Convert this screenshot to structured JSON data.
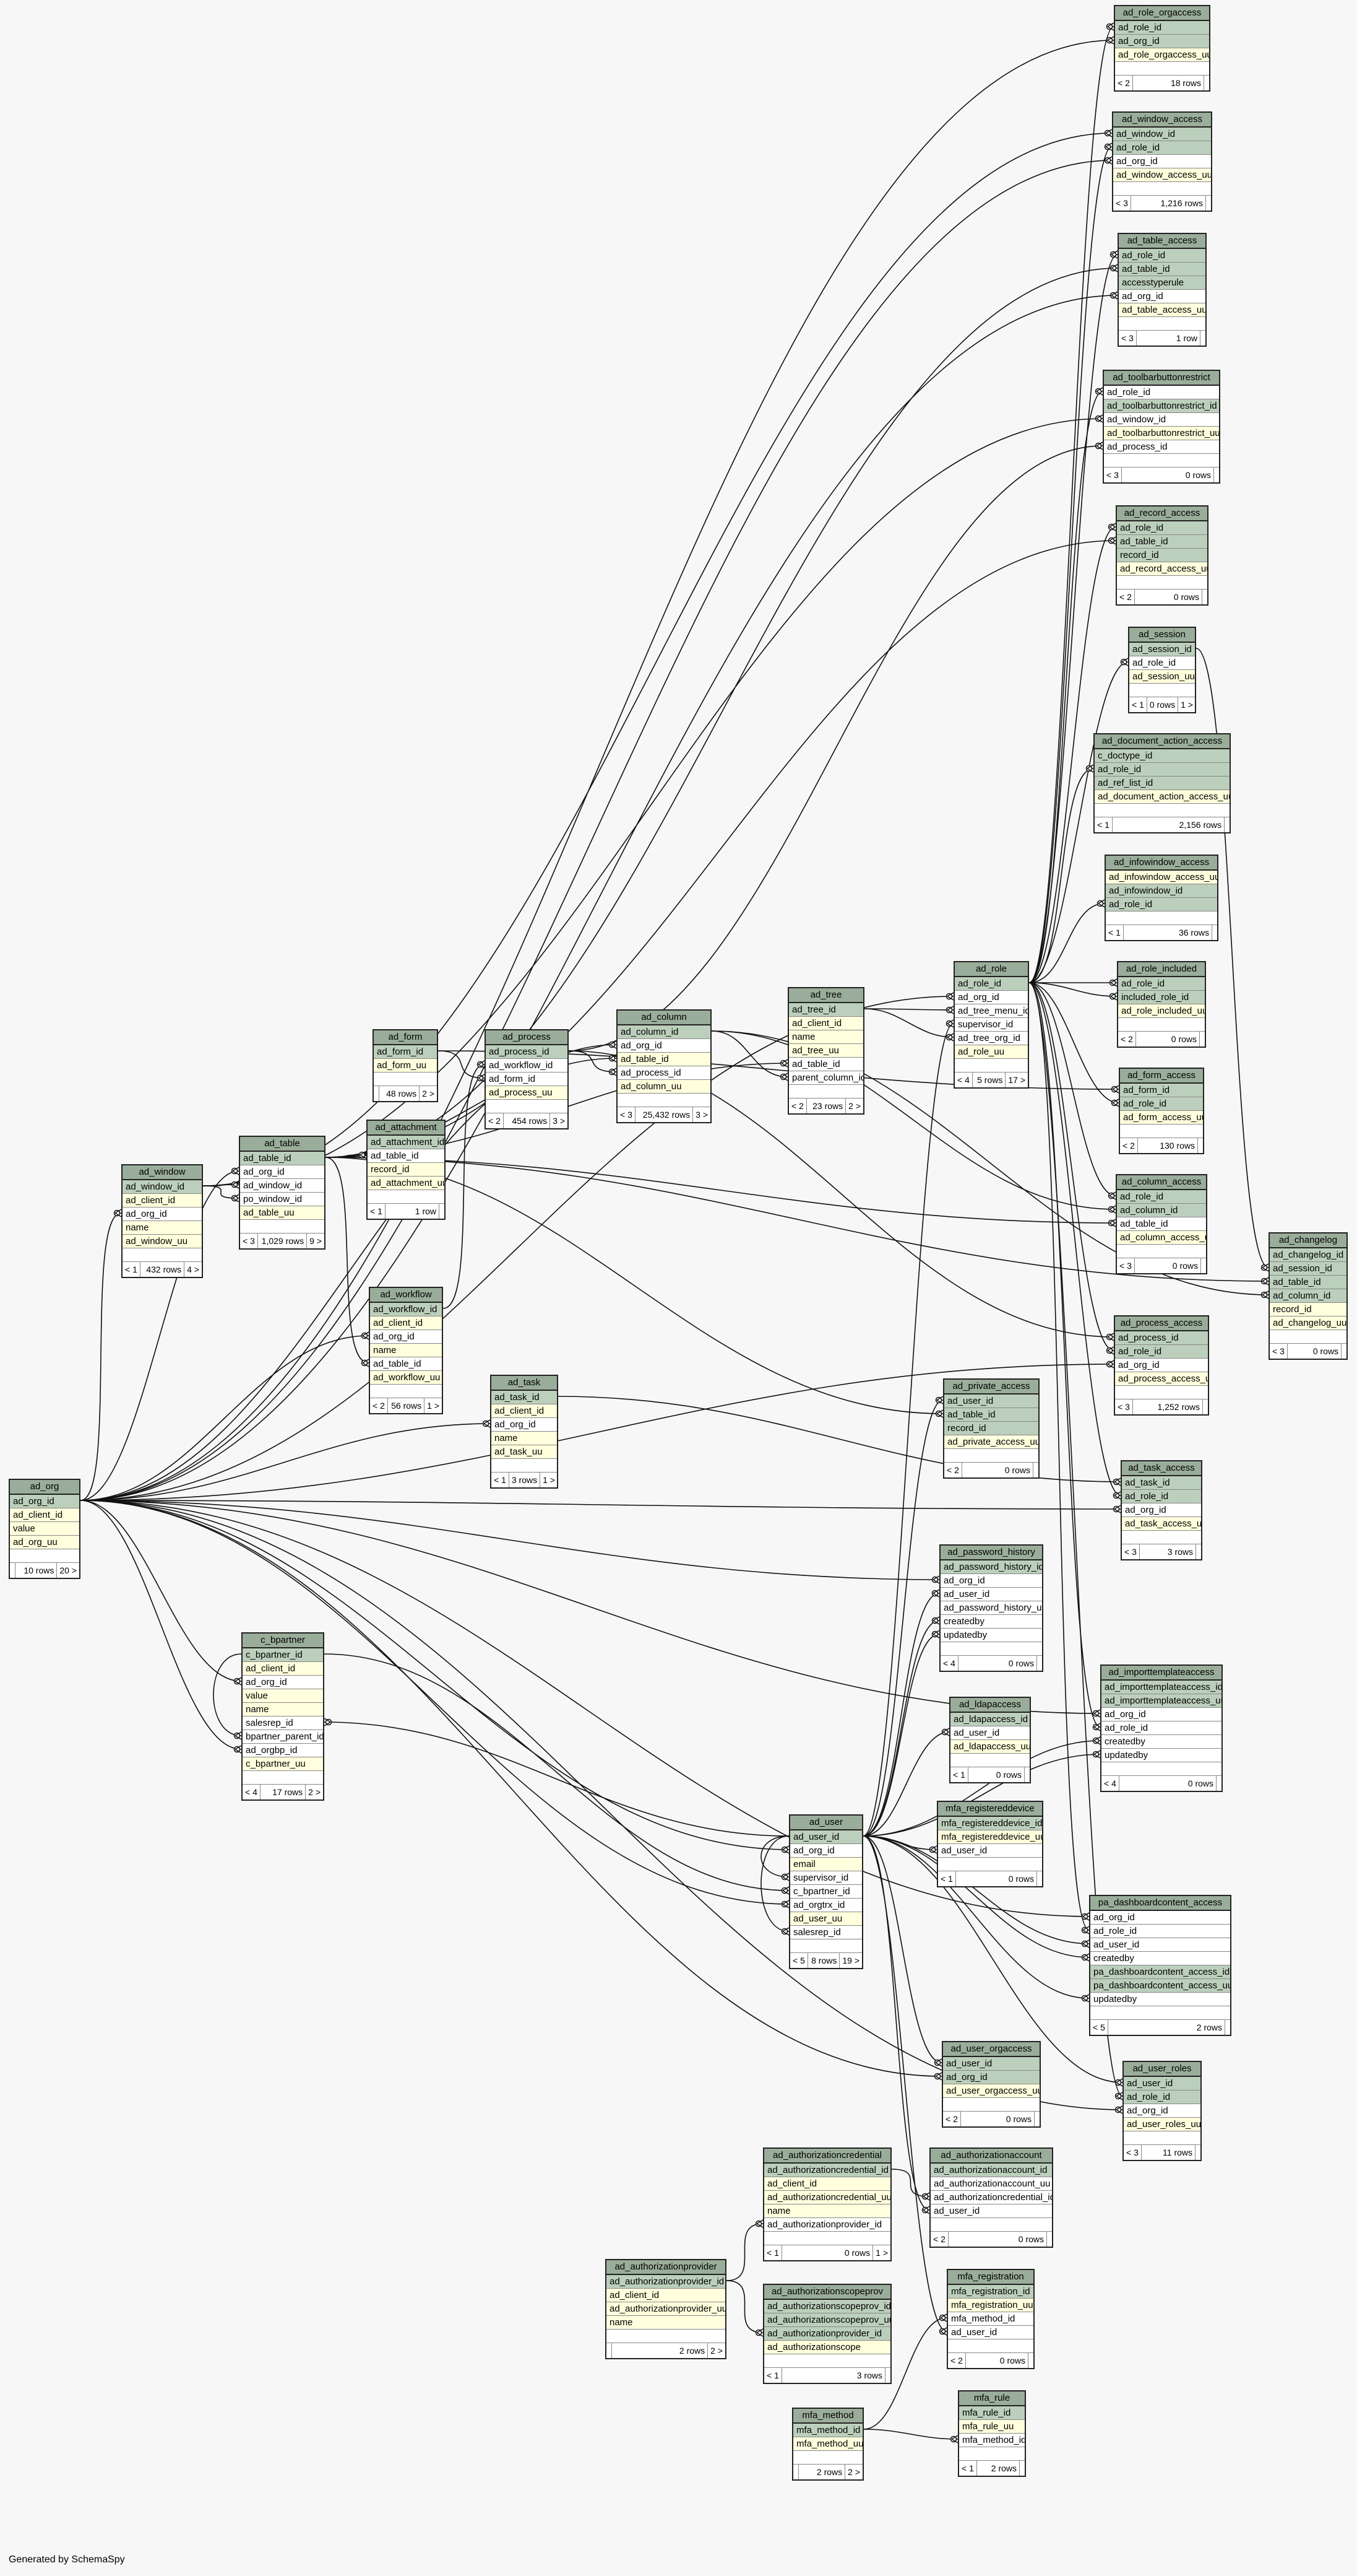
{
  "generated_by": "Generated by SchemaSpy",
  "tables": [
    {
      "name": "ad_role_orgaccess",
      "cols": [
        [
          "ad_role_id",
          "pk"
        ],
        [
          "ad_org_id",
          "pk"
        ],
        [
          "ad_role_orgaccess_uu",
          "ix"
        ]
      ],
      "parents": "< 2",
      "rows": "18 rows",
      "children": ""
    },
    {
      "name": "ad_window_access",
      "cols": [
        [
          "ad_window_id",
          "pk"
        ],
        [
          "ad_role_id",
          "pk"
        ],
        [
          "ad_org_id",
          "fk"
        ],
        [
          "ad_window_access_uu",
          "ix"
        ]
      ],
      "parents": "< 3",
      "rows": "1,216 rows",
      "children": ""
    },
    {
      "name": "ad_table_access",
      "cols": [
        [
          "ad_role_id",
          "pk"
        ],
        [
          "ad_table_id",
          "pk"
        ],
        [
          "accesstyperule",
          "pk"
        ],
        [
          "ad_org_id",
          "fk"
        ],
        [
          "ad_table_access_uu",
          "ix"
        ]
      ],
      "parents": "< 3",
      "rows": "1 row",
      "children": ""
    },
    {
      "name": "ad_toolbarbuttonrestrict",
      "cols": [
        [
          "ad_role_id",
          "fk"
        ],
        [
          "ad_toolbarbuttonrestrict_id",
          "pk"
        ],
        [
          "ad_window_id",
          "fk"
        ],
        [
          "ad_toolbarbuttonrestrict_uu",
          "ix"
        ],
        [
          "ad_process_id",
          "fk"
        ]
      ],
      "parents": "< 3",
      "rows": "0 rows",
      "children": ""
    },
    {
      "name": "ad_record_access",
      "cols": [
        [
          "ad_role_id",
          "pk"
        ],
        [
          "ad_table_id",
          "pk"
        ],
        [
          "record_id",
          "pk"
        ],
        [
          "ad_record_access_uu",
          "ix"
        ]
      ],
      "parents": "< 2",
      "rows": "0 rows",
      "children": ""
    },
    {
      "name": "ad_session",
      "cols": [
        [
          "ad_session_id",
          "pk"
        ],
        [
          "ad_role_id",
          "fk"
        ],
        [
          "ad_session_uu",
          "ix"
        ]
      ],
      "parents": "< 1",
      "rows": "0 rows",
      "children": "1 >"
    },
    {
      "name": "ad_document_action_access",
      "cols": [
        [
          "c_doctype_id",
          "pk"
        ],
        [
          "ad_role_id",
          "pk"
        ],
        [
          "ad_ref_list_id",
          "pk"
        ],
        [
          "ad_document_action_access_uu",
          "ix"
        ]
      ],
      "parents": "< 1",
      "rows": "2,156 rows",
      "children": ""
    },
    {
      "name": "ad_infowindow_access",
      "cols": [
        [
          "ad_infowindow_access_uu",
          "ix"
        ],
        [
          "ad_infowindow_id",
          "pk"
        ],
        [
          "ad_role_id",
          "pk"
        ]
      ],
      "parents": "< 1",
      "rows": "36 rows",
      "children": ""
    },
    {
      "name": "ad_role_included",
      "cols": [
        [
          "ad_role_id",
          "pk"
        ],
        [
          "included_role_id",
          "pk"
        ],
        [
          "ad_role_included_uu",
          "ix"
        ]
      ],
      "parents": "< 2",
      "rows": "0 rows",
      "children": ""
    },
    {
      "name": "ad_form_access",
      "cols": [
        [
          "ad_form_id",
          "pk"
        ],
        [
          "ad_role_id",
          "pk"
        ],
        [
          "ad_form_access_uu",
          "ix"
        ]
      ],
      "parents": "< 2",
      "rows": "130 rows",
      "children": ""
    },
    {
      "name": "ad_column_access",
      "cols": [
        [
          "ad_role_id",
          "pk"
        ],
        [
          "ad_column_id",
          "pk"
        ],
        [
          "ad_table_id",
          "fk"
        ],
        [
          "ad_column_access_uu",
          "ix"
        ]
      ],
      "parents": "< 3",
      "rows": "0 rows",
      "children": ""
    },
    {
      "name": "ad_changelog",
      "cols": [
        [
          "ad_changelog_id",
          "pk"
        ],
        [
          "ad_session_id",
          "pk"
        ],
        [
          "ad_table_id",
          "pk"
        ],
        [
          "ad_column_id",
          "pk"
        ],
        [
          "record_id",
          "ix"
        ],
        [
          "ad_changelog_uu",
          "ix"
        ]
      ],
      "parents": "< 3",
      "rows": "0 rows",
      "children": ""
    },
    {
      "name": "ad_process_access",
      "cols": [
        [
          "ad_process_id",
          "pk"
        ],
        [
          "ad_role_id",
          "pk"
        ],
        [
          "ad_org_id",
          "fk"
        ],
        [
          "ad_process_access_uu",
          "ix"
        ]
      ],
      "parents": "< 3",
      "rows": "1,252 rows",
      "children": ""
    },
    {
      "name": "ad_task_access",
      "cols": [
        [
          "ad_task_id",
          "pk"
        ],
        [
          "ad_role_id",
          "pk"
        ],
        [
          "ad_org_id",
          "fk"
        ],
        [
          "ad_task_access_uu",
          "ix"
        ]
      ],
      "parents": "< 3",
      "rows": "3 rows",
      "children": ""
    },
    {
      "name": "ad_role",
      "cols": [
        [
          "ad_role_id",
          "pk"
        ],
        [
          "ad_org_id",
          "fk"
        ],
        [
          "ad_tree_menu_id",
          "fk"
        ],
        [
          "supervisor_id",
          "fk"
        ],
        [
          "ad_tree_org_id",
          "fk"
        ],
        [
          "ad_role_uu",
          "ix"
        ]
      ],
      "parents": "< 4",
      "rows": "5 rows",
      "children": "17 >"
    },
    {
      "name": "ad_tree",
      "cols": [
        [
          "ad_tree_id",
          "pk"
        ],
        [
          "ad_client_id",
          "ix"
        ],
        [
          "name",
          "ix"
        ],
        [
          "ad_tree_uu",
          "ix"
        ],
        [
          "ad_table_id",
          "fk"
        ],
        [
          "parent_column_id",
          "fk"
        ]
      ],
      "parents": "< 2",
      "rows": "23 rows",
      "children": "2 >"
    },
    {
      "name": "ad_column",
      "cols": [
        [
          "ad_column_id",
          "pk"
        ],
        [
          "ad_org_id",
          "fk"
        ],
        [
          "ad_table_id",
          "ix"
        ],
        [
          "ad_process_id",
          "fk"
        ],
        [
          "ad_column_uu",
          "ix"
        ]
      ],
      "parents": "< 3",
      "rows": "25,432 rows",
      "children": "3 >"
    },
    {
      "name": "ad_process",
      "cols": [
        [
          "ad_process_id",
          "pk"
        ],
        [
          "ad_workflow_id",
          "fk"
        ],
        [
          "ad_form_id",
          "fk"
        ],
        [
          "ad_process_uu",
          "ix"
        ]
      ],
      "parents": "< 2",
      "rows": "454 rows",
      "children": "3 >"
    },
    {
      "name": "ad_form",
      "cols": [
        [
          "ad_form_id",
          "pk"
        ],
        [
          "ad_form_uu",
          "ix"
        ]
      ],
      "parents": "",
      "rows": "48 rows",
      "children": "2 >"
    },
    {
      "name": "ad_attachment",
      "cols": [
        [
          "ad_attachment_id",
          "pk"
        ],
        [
          "ad_table_id",
          "fk"
        ],
        [
          "record_id",
          "ix"
        ],
        [
          "ad_attachment_uu",
          "ix"
        ]
      ],
      "parents": "< 1",
      "rows": "1 row",
      "children": ""
    },
    {
      "name": "ad_table",
      "cols": [
        [
          "ad_table_id",
          "pk"
        ],
        [
          "ad_org_id",
          "fk"
        ],
        [
          "ad_window_id",
          "fk"
        ],
        [
          "po_window_id",
          "fk"
        ],
        [
          "ad_table_uu",
          "ix"
        ]
      ],
      "parents": "< 3",
      "rows": "1,029 rows",
      "children": "9 >"
    },
    {
      "name": "ad_window",
      "cols": [
        [
          "ad_window_id",
          "pk"
        ],
        [
          "ad_client_id",
          "ix"
        ],
        [
          "ad_org_id",
          "fk"
        ],
        [
          "name",
          "ix"
        ],
        [
          "ad_window_uu",
          "ix"
        ]
      ],
      "parents": "< 1",
      "rows": "432 rows",
      "children": "4 >"
    },
    {
      "name": "ad_workflow",
      "cols": [
        [
          "ad_workflow_id",
          "pk"
        ],
        [
          "ad_client_id",
          "ix"
        ],
        [
          "ad_org_id",
          "fk"
        ],
        [
          "name",
          "ix"
        ],
        [
          "ad_table_id",
          "fk"
        ],
        [
          "ad_workflow_uu",
          "ix"
        ]
      ],
      "parents": "< 2",
      "rows": "56 rows",
      "children": "1 >"
    },
    {
      "name": "ad_task",
      "cols": [
        [
          "ad_task_id",
          "pk"
        ],
        [
          "ad_client_id",
          "ix"
        ],
        [
          "ad_org_id",
          "fk"
        ],
        [
          "name",
          "ix"
        ],
        [
          "ad_task_uu",
          "ix"
        ]
      ],
      "parents": "< 1",
      "rows": "3 rows",
      "children": "1 >"
    },
    {
      "name": "ad_org",
      "cols": [
        [
          "ad_org_id",
          "pk"
        ],
        [
          "ad_client_id",
          "ix"
        ],
        [
          "value",
          "ix"
        ],
        [
          "ad_org_uu",
          "ix"
        ]
      ],
      "parents": "",
      "rows": "10 rows",
      "children": "20 >"
    },
    {
      "name": "ad_private_access",
      "cols": [
        [
          "ad_user_id",
          "pk"
        ],
        [
          "ad_table_id",
          "pk"
        ],
        [
          "record_id",
          "pk"
        ],
        [
          "ad_private_access_uu",
          "ix"
        ]
      ],
      "parents": "< 2",
      "rows": "0 rows",
      "children": ""
    },
    {
      "name": "ad_password_history",
      "cols": [
        [
          "ad_password_history_id",
          "pk"
        ],
        [
          "ad_org_id",
          "fk"
        ],
        [
          "ad_user_id",
          "fk"
        ],
        [
          "ad_password_history_uu",
          "fk"
        ],
        [
          "createdby",
          "fk"
        ],
        [
          "updatedby",
          "fk"
        ]
      ],
      "parents": "< 4",
      "rows": "0 rows",
      "children": ""
    },
    {
      "name": "ad_importtemplateaccess",
      "cols": [
        [
          "ad_importtemplateaccess_id",
          "pk"
        ],
        [
          "ad_importtemplateaccess_uu",
          "pk"
        ],
        [
          "ad_org_id",
          "fk"
        ],
        [
          "ad_role_id",
          "fk"
        ],
        [
          "createdby",
          "fk"
        ],
        [
          "updatedby",
          "fk"
        ]
      ],
      "parents": "< 4",
      "rows": "0 rows",
      "children": ""
    },
    {
      "name": "ad_ldapaccess",
      "cols": [
        [
          "ad_ldapaccess_id",
          "pk"
        ],
        [
          "ad_user_id",
          "fk"
        ],
        [
          "ad_ldapaccess_uu",
          "ix"
        ]
      ],
      "parents": "< 1",
      "rows": "0 rows",
      "children": ""
    },
    {
      "name": "c_bpartner",
      "cols": [
        [
          "c_bpartner_id",
          "pk"
        ],
        [
          "ad_client_id",
          "ix"
        ],
        [
          "ad_org_id",
          "fk"
        ],
        [
          "value",
          "ix"
        ],
        [
          "name",
          "ix"
        ],
        [
          "salesrep_id",
          "fk"
        ],
        [
          "bpartner_parent_id",
          "fk"
        ],
        [
          "ad_orgbp_id",
          "fk"
        ],
        [
          "c_bpartner_uu",
          "ix"
        ]
      ],
      "parents": "< 4",
      "rows": "17 rows",
      "children": "2 >"
    },
    {
      "name": "mfa_registereddevice",
      "cols": [
        [
          "mfa_registereddevice_id",
          "pk"
        ],
        [
          "mfa_registereddevice_uu",
          "ix"
        ],
        [
          "ad_user_id",
          "fk"
        ]
      ],
      "parents": "< 1",
      "rows": "0 rows",
      "children": ""
    },
    {
      "name": "ad_user",
      "cols": [
        [
          "ad_user_id",
          "pk"
        ],
        [
          "ad_org_id",
          "fk"
        ],
        [
          "email",
          "ix"
        ],
        [
          "supervisor_id",
          "fk"
        ],
        [
          "c_bpartner_id",
          "fk"
        ],
        [
          "ad_orgtrx_id",
          "fk"
        ],
        [
          "ad_user_uu",
          "ix"
        ],
        [
          "salesrep_id",
          "fk"
        ]
      ],
      "parents": "< 5",
      "rows": "8 rows",
      "children": "19 >"
    },
    {
      "name": "pa_dashboardcontent_access",
      "cols": [
        [
          "ad_org_id",
          "fk"
        ],
        [
          "ad_role_id",
          "fk"
        ],
        [
          "ad_user_id",
          "fk"
        ],
        [
          "createdby",
          "fk"
        ],
        [
          "pa_dashboardcontent_access_id",
          "pk"
        ],
        [
          "pa_dashboardcontent_access_uu",
          "pk"
        ],
        [
          "updatedby",
          "fk"
        ]
      ],
      "parents": "< 5",
      "rows": "2 rows",
      "children": ""
    },
    {
      "name": "ad_user_orgaccess",
      "cols": [
        [
          "ad_user_id",
          "pk"
        ],
        [
          "ad_org_id",
          "pk"
        ],
        [
          "ad_user_orgaccess_uu",
          "ix"
        ]
      ],
      "parents": "< 2",
      "rows": "0 rows",
      "children": ""
    },
    {
      "name": "ad_user_roles",
      "cols": [
        [
          "ad_user_id",
          "pk"
        ],
        [
          "ad_role_id",
          "pk"
        ],
        [
          "ad_org_id",
          "fk"
        ],
        [
          "ad_user_roles_uu",
          "ix"
        ]
      ],
      "parents": "< 3",
      "rows": "11 rows",
      "children": ""
    },
    {
      "name": "ad_authorizationcredential",
      "cols": [
        [
          "ad_authorizationcredential_id",
          "pk"
        ],
        [
          "ad_client_id",
          "ix"
        ],
        [
          "ad_authorizationcredential_uu",
          "ix"
        ],
        [
          "name",
          "ix"
        ],
        [
          "ad_authorizationprovider_id",
          "fk"
        ]
      ],
      "parents": "< 1",
      "rows": "0 rows",
      "children": "1 >"
    },
    {
      "name": "ad_authorizationaccount",
      "cols": [
        [
          "ad_authorizationaccount_id",
          "pk"
        ],
        [
          "ad_authorizationaccount_uu",
          "fk"
        ],
        [
          "ad_authorizationcredential_id",
          "fk"
        ],
        [
          "ad_user_id",
          "fk"
        ]
      ],
      "parents": "< 2",
      "rows": "0 rows",
      "children": ""
    },
    {
      "name": "ad_authorizationprovider",
      "cols": [
        [
          "ad_authorizationprovider_id",
          "pk"
        ],
        [
          "ad_client_id",
          "ix"
        ],
        [
          "ad_authorizationprovider_uu",
          "ix"
        ],
        [
          "name",
          "ix"
        ]
      ],
      "parents": "",
      "rows": "2 rows",
      "children": "2 >"
    },
    {
      "name": "ad_authorizationscopeprov",
      "cols": [
        [
          "ad_authorizationscopeprov_id",
          "pk"
        ],
        [
          "ad_authorizationscopeprov_uu",
          "pk"
        ],
        [
          "ad_authorizationprovider_id",
          "pk"
        ],
        [
          "ad_authorizationscope",
          "ix"
        ]
      ],
      "parents": "< 1",
      "rows": "3 rows",
      "children": ""
    },
    {
      "name": "mfa_registration",
      "cols": [
        [
          "mfa_registration_id",
          "pk"
        ],
        [
          "mfa_registration_uu",
          "ix"
        ],
        [
          "mfa_method_id",
          "fk"
        ],
        [
          "ad_user_id",
          "fk"
        ]
      ],
      "parents": "< 2",
      "rows": "0 rows",
      "children": ""
    },
    {
      "name": "mfa_method",
      "cols": [
        [
          "mfa_method_id",
          "pk"
        ],
        [
          "mfa_method_uu",
          "ix"
        ]
      ],
      "parents": "",
      "rows": "2 rows",
      "children": "2 >"
    },
    {
      "name": "mfa_rule",
      "cols": [
        [
          "mfa_rule_id",
          "pk"
        ],
        [
          "mfa_rule_uu",
          "ix"
        ],
        [
          "mfa_method_id",
          "fk"
        ]
      ],
      "parents": "< 1",
      "rows": "2 rows",
      "children": ""
    }
  ]
}
